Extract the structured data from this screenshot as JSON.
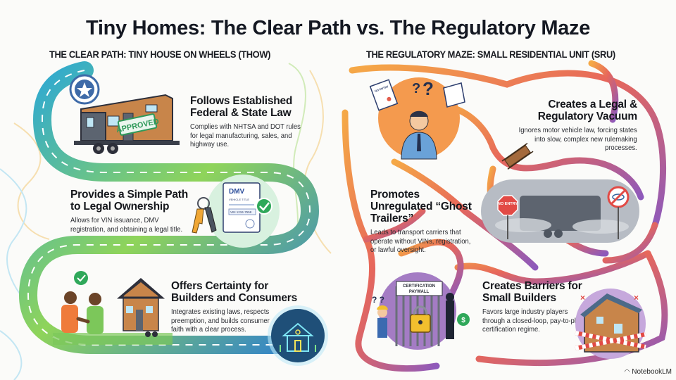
{
  "title": "Tiny Homes: The Clear Path vs. The Regulatory Maze",
  "colors": {
    "clear_path_blue": "#2b8fd6",
    "clear_path_green": "#8fd14f",
    "maze_orange": "#f2893a",
    "maze_red": "#e4504b",
    "maze_purple": "#8a4fb0"
  },
  "left": {
    "heading": "THE CLEAR PATH: TINY HOUSE ON WHEELS (THOW)",
    "items": [
      {
        "title": "Follows Established Federal & State Law",
        "body": "Complies with NHTSA and DOT rules for legal manufacturing, sales, and highway use.",
        "illustration": "tiny-house-trailer-approved-icon",
        "stamp": "APPROVED"
      },
      {
        "title": "Provides a Simple Path to Legal Ownership",
        "body": "Allows for VIN issuance, DMV registration, and obtaining a legal title.",
        "illustration": "dmv-title-keys-icon",
        "doc_header": "DMV",
        "doc_subtitle": "VEHICLE TITLE",
        "doc_vin": "VIN 1234-7558"
      },
      {
        "title": "Offers Certainty for Builders and Consumers",
        "body": "Integrates existing laws, respects preemption, and builds consumer faith with a clear process.",
        "illustration": "handshake-tiny-house-icon"
      }
    ]
  },
  "right": {
    "heading": "THE REGULATORY MAZE: SMALL RESIDENTIAL UNIT (SRU)",
    "items": [
      {
        "title": "Creates a Legal & Regulatory Vacuum",
        "body": "Ignores motor vehicle law, forcing states into slow, complex new rulemaking processes.",
        "illustration": "confused-officer-icon",
        "doc_label": "NO ENTRY"
      },
      {
        "title": "Promotes Unregulated “Ghost Trailers”",
        "body": "Leads to transport carriers that operate without VINs, registration, or lawful oversight.",
        "illustration": "ghost-trailer-fog-icon",
        "sign": "NO ENTRY"
      },
      {
        "title": "Creates Barriers for Small Builders",
        "body": "Favors large industry players through a closed-loop, pay-to-play certification regime.",
        "illustration": "certification-paywall-icon",
        "gate_sign": "CERTIFICATION PAYWALL"
      }
    ]
  },
  "branding": "NotebookLM"
}
